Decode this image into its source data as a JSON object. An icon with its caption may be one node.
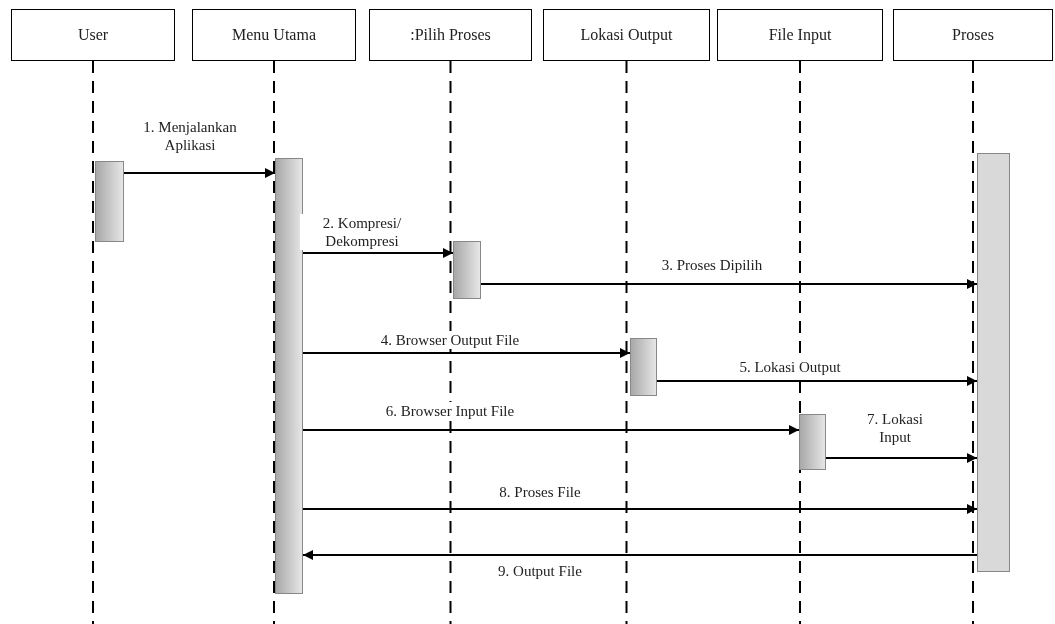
{
  "diagram": {
    "nodes": [
      {
        "text": [
          "User"
        ]
      },
      {
        "text": [
          "Menu Utama"
        ]
      },
      {
        "text": [
          ":Pilih Proses"
        ]
      },
      {
        "text": [
          "Lokasi Output"
        ]
      },
      {
        "text": [
          "File Input"
        ]
      },
      {
        "text": [
          "Proses"
        ]
      },
      {
        "text": [],
        "shape": "bar"
      },
      {
        "text": [],
        "shape": "bar"
      },
      {
        "text": [],
        "shape": "bar"
      },
      {
        "text": [],
        "shape": "bar"
      },
      {
        "text": [],
        "shape": "bar"
      },
      {
        "text": [],
        "shape": "bar"
      }
    ],
    "edges": [
      {
        "from": 6,
        "to": 7,
        "arrow": "to",
        "label": "1. Menjalankan Aplikasi"
      },
      {
        "from": 7,
        "to": 8,
        "arrow": "to",
        "label": "2. Kompresi/ Dekompresi"
      },
      {
        "from": 8,
        "to": 11,
        "arrow": "to",
        "label": "3. Proses Dipilih"
      },
      {
        "from": 7,
        "to": 9,
        "arrow": "to",
        "label": "4. Browser Output File"
      },
      {
        "from": 9,
        "to": 11,
        "arrow": "to",
        "label": "5. Lokasi Output"
      },
      {
        "from": 7,
        "to": 10,
        "arrow": "to",
        "label": "6. Browser Input File"
      },
      {
        "from": 10,
        "to": 11,
        "arrow": "to",
        "label": "7. Lokasi Input"
      },
      {
        "from": 7,
        "to": 11,
        "arrow": "to",
        "label": "8. Proses File"
      },
      {
        "from": 11,
        "to": 7,
        "arrow": "to",
        "label": "9. Output File"
      }
    ]
  }
}
